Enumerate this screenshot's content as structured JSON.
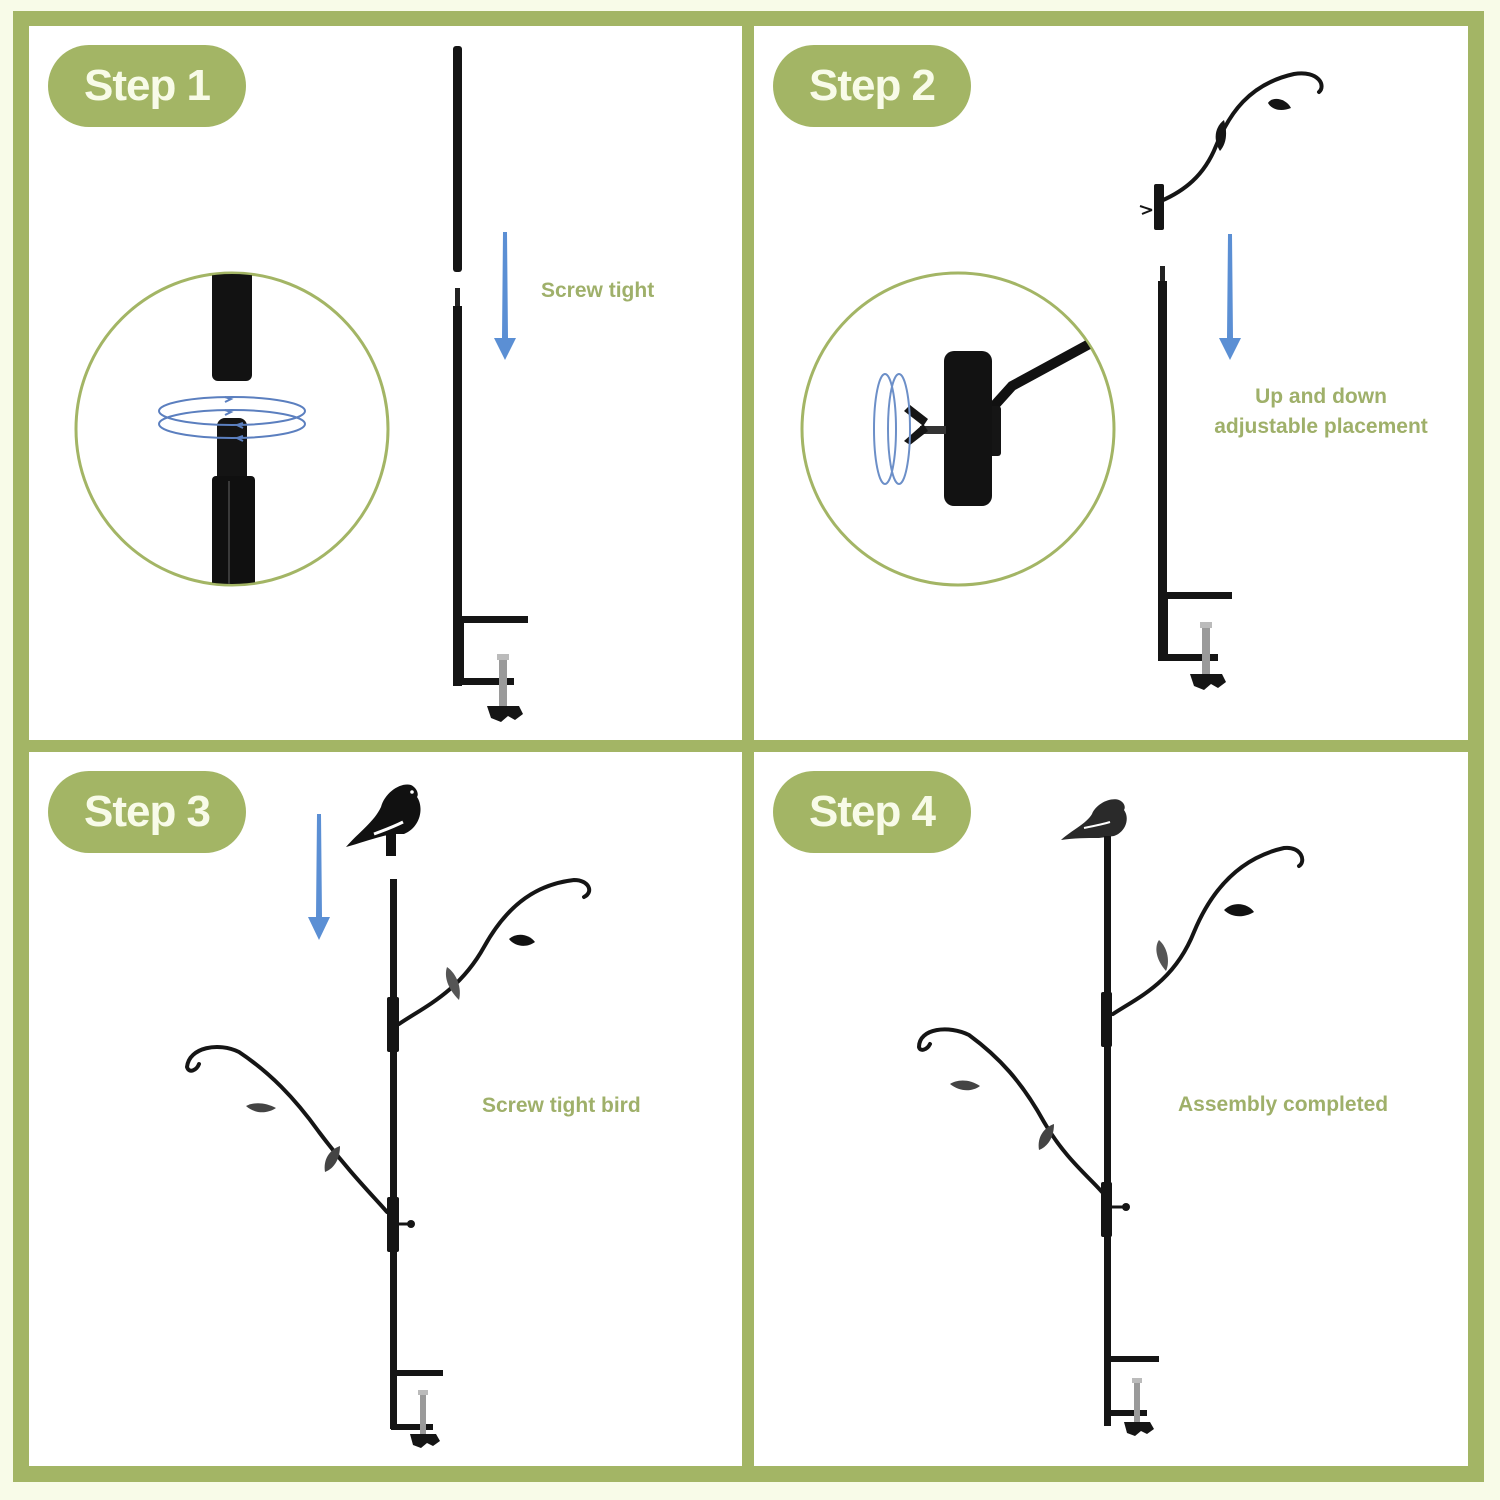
{
  "colors": {
    "background": "#f8fbe8",
    "frame": "#a3b565",
    "pill_text": "#f8fbe8",
    "caption_text": "#9fb06a",
    "arrow": "#5b8fd4",
    "hardware": "#111111"
  },
  "steps": [
    {
      "label": "Step 1",
      "caption": "Screw tight",
      "illustration": "pole-sections-with-clamp",
      "detail_circle": "pole-threaded-joint-rotation"
    },
    {
      "label": "Step 2",
      "caption_line1": "Up and down",
      "caption_line2": "adjustable placement",
      "illustration": "hook-arm-slides-onto-pole",
      "detail_circle": "wing-nut-bracket-rotation"
    },
    {
      "label": "Step 3",
      "caption": "Screw tight bird",
      "illustration": "bird-topper-screws-onto-pole"
    },
    {
      "label": "Step 4",
      "caption": "Assembly completed",
      "illustration": "finished-pole-with-two-hooks-and-bird"
    }
  ]
}
